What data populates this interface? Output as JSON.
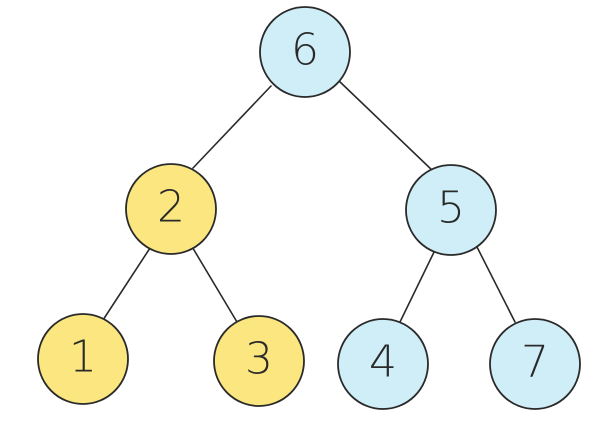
{
  "colors": {
    "yellow": "#fbe680",
    "blue": "#cfeef7",
    "outline": "#2a2a2a"
  },
  "nodes": [
    {
      "id": "n6",
      "label": "6",
      "color": "blue"
    },
    {
      "id": "n2",
      "label": "2",
      "color": "yellow"
    },
    {
      "id": "n5",
      "label": "5",
      "color": "blue"
    },
    {
      "id": "n1",
      "label": "1",
      "color": "yellow"
    },
    {
      "id": "n3",
      "label": "3",
      "color": "yellow"
    },
    {
      "id": "n4",
      "label": "4",
      "color": "blue"
    },
    {
      "id": "n7",
      "label": "7",
      "color": "blue"
    }
  ],
  "edges": [
    {
      "from": "n6",
      "to": "n2"
    },
    {
      "from": "n6",
      "to": "n5"
    },
    {
      "from": "n2",
      "to": "n1"
    },
    {
      "from": "n2",
      "to": "n3"
    },
    {
      "from": "n5",
      "to": "n4"
    },
    {
      "from": "n5",
      "to": "n7"
    }
  ]
}
